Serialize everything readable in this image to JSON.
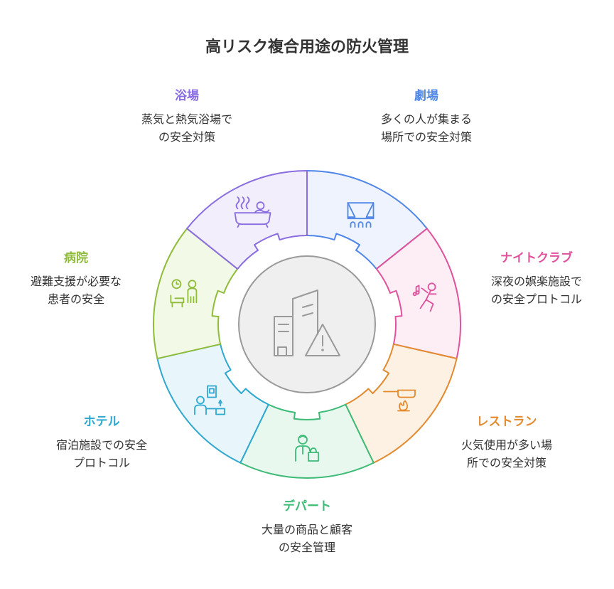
{
  "title": "高リスク複合用途の防火管理",
  "segments": [
    {
      "key": "theater",
      "title": "劇場",
      "desc1": "多くの人が集まる",
      "desc2": "場所での安全対策",
      "color": "#4f86e8",
      "fill": "#eef3fd",
      "icon": "theater-curtain-icon"
    },
    {
      "key": "nightclub",
      "title": "ナイトクラブ",
      "desc1": "深夜の娯楽施設で",
      "desc2": "の安全プロトコル",
      "color": "#e0529c",
      "fill": "#fdeef6",
      "icon": "dancer-icon"
    },
    {
      "key": "restaurant",
      "title": "レストラン",
      "desc1": "火気使用が多い場",
      "desc2": "所での安全対策",
      "color": "#e38a2f",
      "fill": "#fdf1e3",
      "icon": "frying-pan-flame-icon"
    },
    {
      "key": "department",
      "title": "デパート",
      "desc1": "大量の商品と顧客",
      "desc2": "の安全管理",
      "color": "#3dbb77",
      "fill": "#e9f8ef",
      "icon": "shopper-bag-icon"
    },
    {
      "key": "hotel",
      "title": "ホテル",
      "desc1": "宿泊施設での安全",
      "desc2": "プロトコル",
      "color": "#2fa8d0",
      "fill": "#e8f6fb",
      "icon": "hotel-reception-icon"
    },
    {
      "key": "hospital",
      "title": "病院",
      "desc1": "避難支援が必要な",
      "desc2": "患者の安全",
      "color": "#8fbc3a",
      "fill": "#f3f9e7",
      "icon": "hospital-patient-icon"
    },
    {
      "key": "bath",
      "title": "浴場",
      "desc1": "蒸気と熱気浴場で",
      "desc2": "の安全対策",
      "color": "#8a6de0",
      "fill": "#f2eefc",
      "icon": "bathtub-steam-icon"
    }
  ],
  "center": {
    "icon": "buildings-warning-icon"
  }
}
